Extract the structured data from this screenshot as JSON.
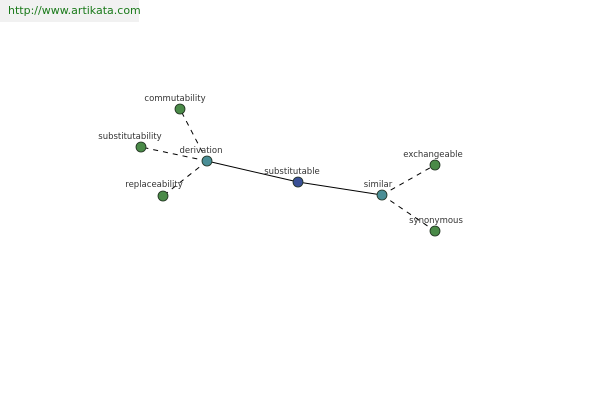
{
  "header": {
    "site_link": "http://www.artikata.com"
  },
  "graph": {
    "colors": {
      "center_node": "#3a5096",
      "hub_node": "#4a8e96",
      "leaf_node": "#4a8a48",
      "edge": "#000000"
    },
    "nodes": [
      {
        "id": "substitutable",
        "label": "substitutable",
        "kind": "center"
      },
      {
        "id": "derivation",
        "label": "derivation",
        "kind": "hub"
      },
      {
        "id": "similar",
        "label": "similar",
        "kind": "hub"
      },
      {
        "id": "commutability",
        "label": "commutability",
        "kind": "leaf"
      },
      {
        "id": "substitutability",
        "label": "substitutability",
        "kind": "leaf"
      },
      {
        "id": "replaceability",
        "label": "replaceability",
        "kind": "leaf"
      },
      {
        "id": "exchangeable",
        "label": "exchangeable",
        "kind": "leaf"
      },
      {
        "id": "synonymous",
        "label": "synonymous",
        "kind": "leaf"
      }
    ],
    "edges": [
      {
        "from": "substitutable",
        "to": "derivation",
        "style": "solid"
      },
      {
        "from": "substitutable",
        "to": "similar",
        "style": "solid"
      },
      {
        "from": "derivation",
        "to": "commutability",
        "style": "dashed"
      },
      {
        "from": "derivation",
        "to": "substitutability",
        "style": "dashed"
      },
      {
        "from": "derivation",
        "to": "replaceability",
        "style": "dashed"
      },
      {
        "from": "similar",
        "to": "exchangeable",
        "style": "dashed"
      },
      {
        "from": "similar",
        "to": "synonymous",
        "style": "dashed"
      }
    ]
  }
}
